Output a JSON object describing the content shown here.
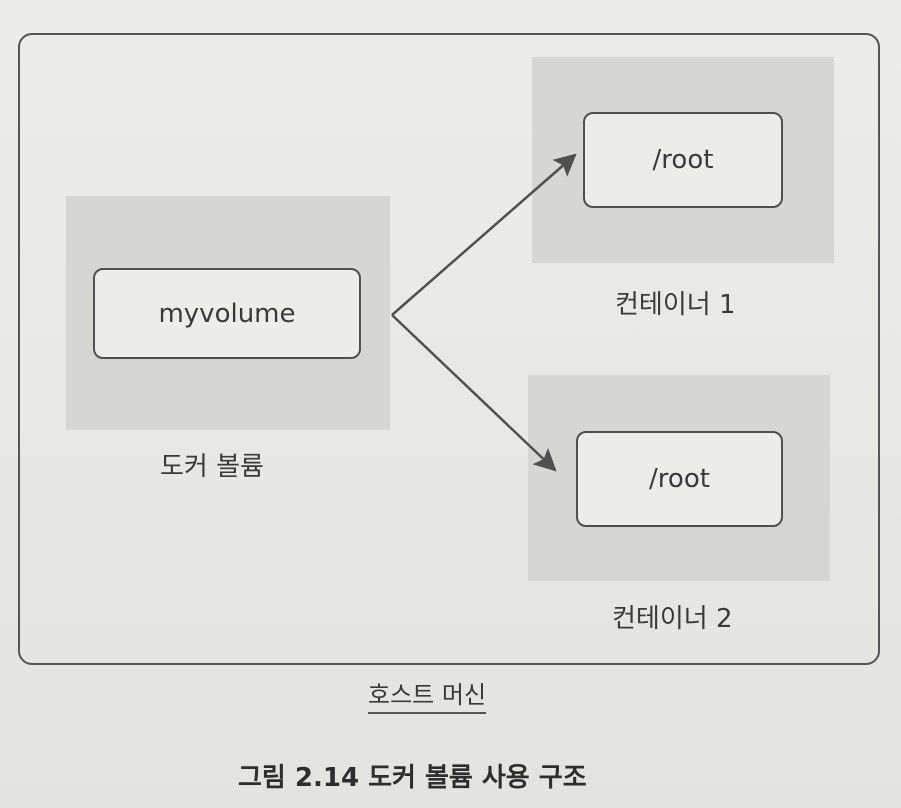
{
  "volume": {
    "box_text": "myvolume",
    "caption": "도커 볼륨"
  },
  "containers": [
    {
      "box_text": "/root",
      "caption": "컨테이너 1"
    },
    {
      "box_text": "/root",
      "caption": "컨테이너 2"
    }
  ],
  "host": {
    "label": "호스트 머신"
  },
  "figure": {
    "caption": "그림 2.14 도커 볼륨 사용 구조"
  },
  "colors": {
    "panel": "#d6d6d3",
    "box_fill": "#ececea",
    "stroke": "#505050",
    "background": "#e9e9e6"
  }
}
